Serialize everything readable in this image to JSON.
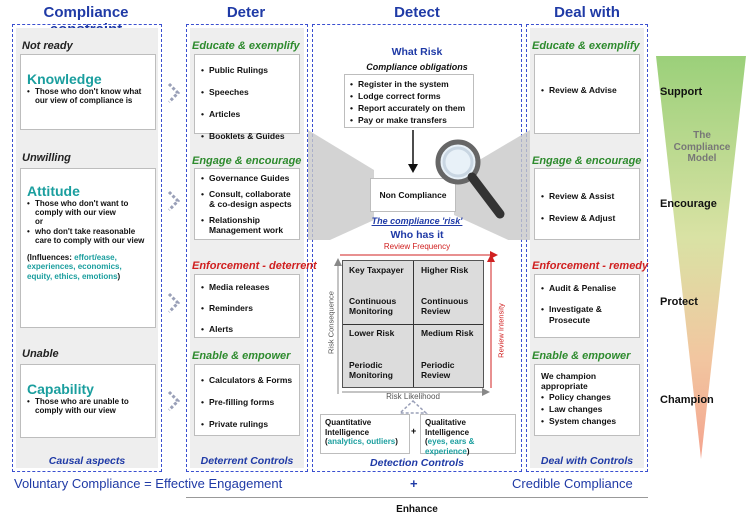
{
  "headers": {
    "constraint": "Compliance constraint",
    "deter": "Deter",
    "detect": "Detect",
    "deal": "Deal with"
  },
  "constraint": {
    "not_ready": {
      "label": "Not ready",
      "title": "Knowledge",
      "items": [
        "Those who don't know what our view of compliance is"
      ]
    },
    "unwilling": {
      "label": "Unwilling",
      "title": "Attitude",
      "items": [
        "Those who don't want to comply with our view",
        "or",
        "who don't take reasonable care to comply with our view"
      ],
      "influences_label": "(Influences: ",
      "influences_list": "effort/ease, experiences, economics, equity, ethics, emotions",
      "influences_end": ")"
    },
    "unable": {
      "label": "Unable",
      "title": "Capability",
      "items": [
        "Those who are unable to comply with our view"
      ]
    },
    "footer": "Causal aspects"
  },
  "deter": {
    "sections": [
      {
        "title": "Educate & exemplify",
        "color": "green",
        "items": [
          "Public Rulings",
          "Speeches",
          "Articles",
          "Booklets & Guides"
        ]
      },
      {
        "title": "Engage & encourage",
        "color": "green",
        "items": [
          "Governance Guides",
          "Consult, collaborate & co-design aspects",
          "Relationship Management work"
        ]
      },
      {
        "title": "Enforcement - deterrent",
        "color": "red",
        "items": [
          "Media releases",
          "Reminders",
          "Alerts"
        ]
      },
      {
        "title": "Enable & empower",
        "color": "green",
        "items": [
          "Calculators & Forms",
          "Pre-filling forms",
          "Private rulings"
        ]
      }
    ],
    "footer": "Deterrent Controls"
  },
  "detect": {
    "what_risk": "What Risk",
    "obligations_title": "Compliance obligations",
    "obligations": [
      "Register in the system",
      "Lodge correct forms",
      "Report accurately on them",
      "Pay or make transfers"
    ],
    "non_compliance": "Non Compliance",
    "risk_label": "The compliance 'risk'",
    "who_has_it": "Who has it",
    "review_frequency": "Review Frequency",
    "review_intensity": "Review Intensity",
    "risk_consequence": "Risk Consequence",
    "risk_likelihood": "Risk Likelihood",
    "quadrants": {
      "tl_top": "Key Taxpayer",
      "tl_bottom": "Continuous Monitoring",
      "tr_top": "Higher Risk",
      "tr_bottom": "Continuous Review",
      "bl_top": "Lower Risk",
      "bl_bottom": "Periodic Monitoring",
      "br_top": "Medium Risk",
      "br_bottom": "Periodic Review"
    },
    "quant_title": "Quantitative Intelligence",
    "quant_detail": "analytics, outliers",
    "qual_title": "Qualitative Intelligence",
    "qual_detail": "eyes, ears & experience",
    "plus": "+",
    "footer": "Detection Controls"
  },
  "deal": {
    "sections": [
      {
        "title": "Educate & exemplify",
        "items": [
          "Review & Advise"
        ]
      },
      {
        "title": "Engage & encourage",
        "items": [
          "Review & Assist",
          "Review & Adjust"
        ]
      },
      {
        "title": "Enforcement - remedy",
        "items": [
          "Audit & Penalise",
          "Investigate & Prosecute"
        ]
      },
      {
        "title": "Enable & empower",
        "intro": "We champion appropriate",
        "items": [
          "Policy changes",
          "Law changes",
          "System changes"
        ]
      }
    ],
    "footer": "Deal with Controls"
  },
  "model": {
    "title": "The Compliance Model",
    "levels": [
      "Support",
      "Encourage",
      "Protect",
      "Champion"
    ]
  },
  "bottom": {
    "left": "Voluntary Compliance = Effective Engagement",
    "plus": "+",
    "right": "Credible Compliance",
    "enhance": "Enhance"
  },
  "colors": {
    "heading_blue": "#1f3aa6",
    "teal": "#1a9e9e",
    "green": "#2e8b2e",
    "red": "#d02020"
  }
}
